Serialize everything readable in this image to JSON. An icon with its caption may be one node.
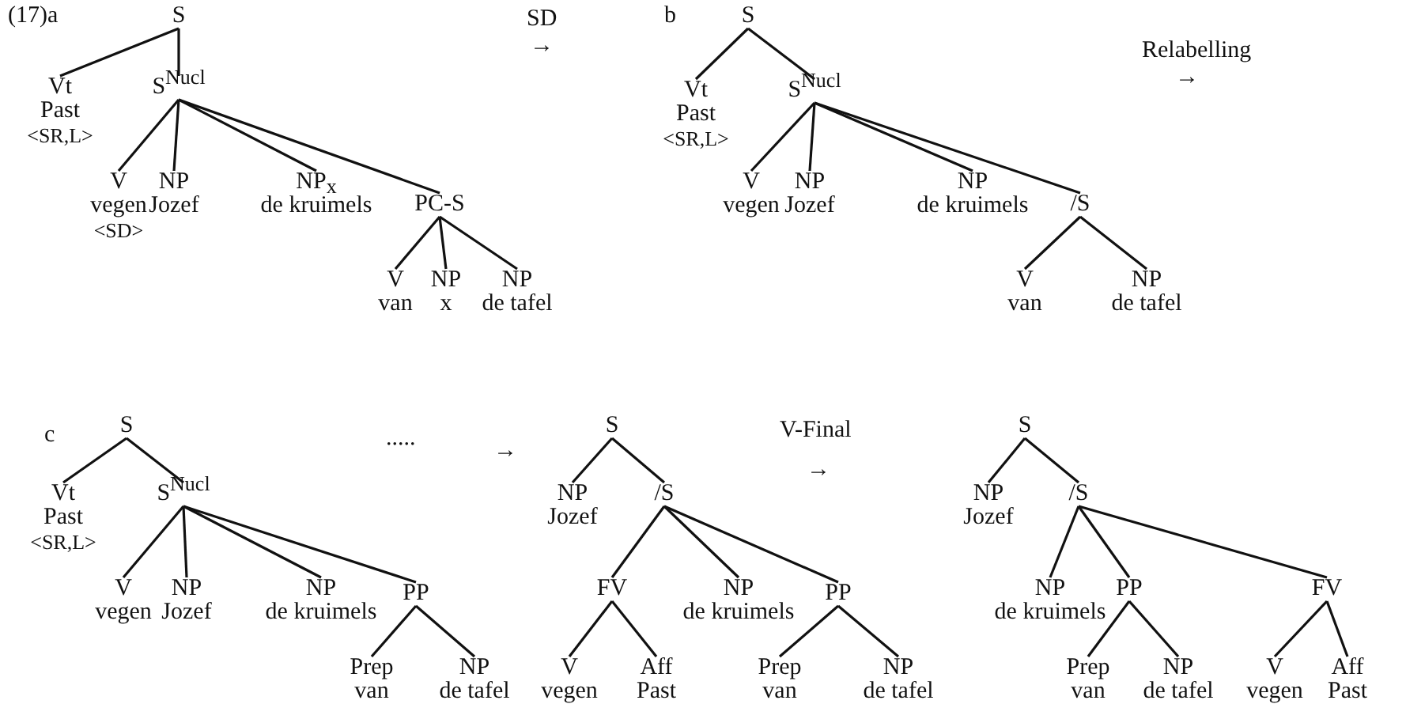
{
  "diagram": {
    "nodes": [
      {
        "text": [
          "S"
        ]
      },
      {
        "text": [
          "Vt",
          "Past",
          "<SR,L>"
        ]
      },
      {
        "text": [
          "S$^{Nucl}$"
        ]
      },
      {
        "text": [
          "V",
          "vegen",
          "<SD>"
        ]
      },
      {
        "text": [
          "NP",
          "Jozef"
        ]
      },
      {
        "text": [
          "NP$_{x}$",
          "de kruimels"
        ]
      },
      {
        "text": [
          "PC-S"
        ]
      },
      {
        "text": [
          "V",
          "van"
        ]
      },
      {
        "text": [
          "NP",
          "x"
        ]
      },
      {
        "text": [
          "NP",
          "de tafel"
        ]
      },
      {
        "text": [
          "S"
        ]
      },
      {
        "text": [
          "Vt",
          "Past",
          "<SR,L>"
        ]
      },
      {
        "text": [
          "S$^{Nucl}$"
        ]
      },
      {
        "text": [
          "V",
          "vegen"
        ]
      },
      {
        "text": [
          "NP",
          "Jozef"
        ]
      },
      {
        "text": [
          "NP",
          "de kruimels"
        ]
      },
      {
        "text": [
          "/S"
        ]
      },
      {
        "text": [
          "V",
          "van"
        ]
      },
      {
        "text": [
          "NP",
          "de tafel"
        ]
      },
      {
        "text": [
          "S"
        ]
      },
      {
        "text": [
          "Vt",
          "Past",
          "<SR,L>"
        ]
      },
      {
        "text": [
          "S$^{Nucl}$"
        ]
      },
      {
        "text": [
          "V",
          "vegen"
        ]
      },
      {
        "text": [
          "NP",
          "Jozef"
        ]
      },
      {
        "text": [
          "NP",
          "de kruimels"
        ]
      },
      {
        "text": [
          "PP"
        ]
      },
      {
        "text": [
          "Prep",
          "van"
        ]
      },
      {
        "text": [
          "NP",
          "de tafel"
        ]
      },
      {
        "text": [
          "S"
        ]
      },
      {
        "text": [
          "NP",
          "Jozef"
        ]
      },
      {
        "text": [
          "/S"
        ]
      },
      {
        "text": [
          "FV"
        ]
      },
      {
        "text": [
          "NP",
          "de kruimels"
        ]
      },
      {
        "text": [
          "PP"
        ]
      },
      {
        "text": [
          "V",
          "vegen"
        ]
      },
      {
        "text": [
          "Aff",
          "Past"
        ]
      },
      {
        "text": [
          "Prep",
          "van"
        ]
      },
      {
        "text": [
          "NP",
          "de tafel"
        ]
      },
      {
        "text": [
          "S"
        ]
      },
      {
        "text": [
          "NP",
          "Jozef"
        ]
      },
      {
        "text": [
          "/S"
        ]
      },
      {
        "text": [
          "NP",
          "de kruimels"
        ]
      },
      {
        "text": [
          "PP"
        ]
      },
      {
        "text": [
          "FV"
        ]
      },
      {
        "text": [
          "Prep",
          "van"
        ]
      },
      {
        "text": [
          "NP",
          "de tafel"
        ]
      },
      {
        "text": [
          "V",
          "vegen"
        ]
      },
      {
        "text": [
          "Aff",
          "Past"
        ]
      }
    ],
    "edges": [
      {
        "from": 0,
        "to": 1,
        "arrow": "none"
      },
      {
        "from": 0,
        "to": 2,
        "arrow": "none"
      },
      {
        "from": 2,
        "to": 3,
        "arrow": "none"
      },
      {
        "from": 2,
        "to": 4,
        "arrow": "none"
      },
      {
        "from": 2,
        "to": 5,
        "arrow": "none"
      },
      {
        "from": 2,
        "to": 6,
        "arrow": "none"
      },
      {
        "from": 6,
        "to": 7,
        "arrow": "none"
      },
      {
        "from": 6,
        "to": 8,
        "arrow": "none"
      },
      {
        "from": 6,
        "to": 9,
        "arrow": "none"
      },
      {
        "from": 10,
        "to": 11,
        "arrow": "none"
      },
      {
        "from": 10,
        "to": 12,
        "arrow": "none"
      },
      {
        "from": 12,
        "to": 13,
        "arrow": "none"
      },
      {
        "from": 12,
        "to": 14,
        "arrow": "none"
      },
      {
        "from": 12,
        "to": 15,
        "arrow": "none"
      },
      {
        "from": 12,
        "to": 16,
        "arrow": "none"
      },
      {
        "from": 16,
        "to": 17,
        "arrow": "none"
      },
      {
        "from": 16,
        "to": 18,
        "arrow": "none"
      },
      {
        "from": 19,
        "to": 20,
        "arrow": "none"
      },
      {
        "from": 19,
        "to": 21,
        "arrow": "none"
      },
      {
        "from": 21,
        "to": 22,
        "arrow": "none"
      },
      {
        "from": 21,
        "to": 23,
        "arrow": "none"
      },
      {
        "from": 21,
        "to": 24,
        "arrow": "none"
      },
      {
        "from": 21,
        "to": 25,
        "arrow": "none"
      },
      {
        "from": 25,
        "to": 26,
        "arrow": "none"
      },
      {
        "from": 25,
        "to": 27,
        "arrow": "none"
      },
      {
        "from": 28,
        "to": 29,
        "arrow": "none"
      },
      {
        "from": 28,
        "to": 30,
        "arrow": "none"
      },
      {
        "from": 30,
        "to": 31,
        "arrow": "none"
      },
      {
        "from": 30,
        "to": 32,
        "arrow": "none"
      },
      {
        "from": 30,
        "to": 33,
        "arrow": "none"
      },
      {
        "from": 31,
        "to": 34,
        "arrow": "none"
      },
      {
        "from": 31,
        "to": 35,
        "arrow": "none"
      },
      {
        "from": 33,
        "to": 36,
        "arrow": "none"
      },
      {
        "from": 33,
        "to": 37,
        "arrow": "none"
      },
      {
        "from": 38,
        "to": 39,
        "arrow": "none"
      },
      {
        "from": 38,
        "to": 40,
        "arrow": "none"
      },
      {
        "from": 40,
        "to": 41,
        "arrow": "none"
      },
      {
        "from": 40,
        "to": 42,
        "arrow": "none"
      },
      {
        "from": 40,
        "to": 43,
        "arrow": "none"
      },
      {
        "from": 42,
        "to": 44,
        "arrow": "none"
      },
      {
        "from": 42,
        "to": 45,
        "arrow": "none"
      },
      {
        "from": 43,
        "to": 46,
        "arrow": "none"
      },
      {
        "from": 43,
        "to": 47,
        "arrow": "none"
      }
    ],
    "labels": [
      "(17)a",
      "SD",
      "→",
      "b",
      "Relabelling",
      "→",
      "c",
      ".....",
      "→",
      "V-Final",
      "→"
    ]
  }
}
